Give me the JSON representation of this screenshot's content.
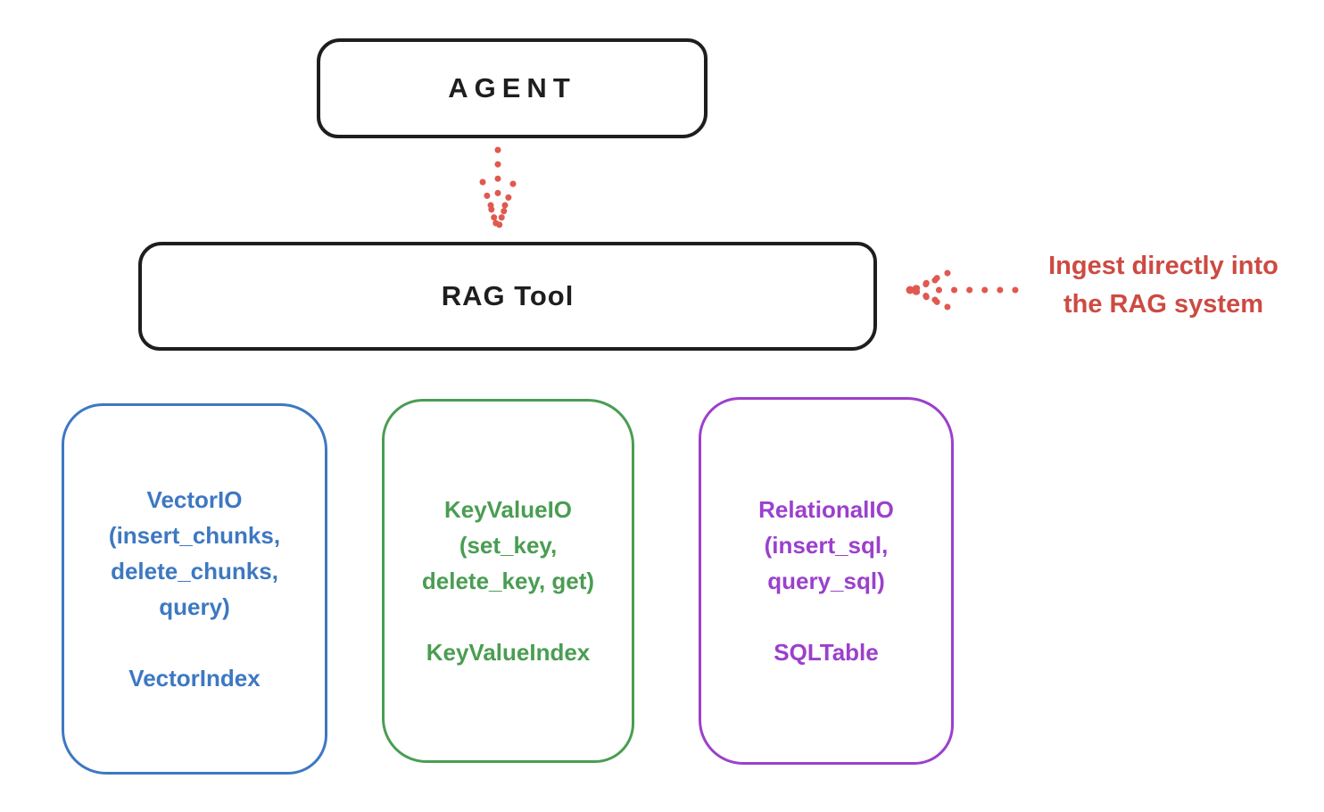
{
  "agent": {
    "label": "AGENT"
  },
  "rag_tool": {
    "label": "RAG Tool"
  },
  "annotation": {
    "line1": "Ingest directly into",
    "line2": "the RAG system",
    "color": "#cd4a42"
  },
  "arrows": {
    "color": "#e0594f",
    "agent_to_rag_direction": "down",
    "ingest_to_rag_direction": "left"
  },
  "stores": [
    {
      "id": "vector-io",
      "color": "#3d78c2",
      "lines": [
        "VectorIO",
        "(insert_chunks,",
        "delete_chunks,",
        "query)"
      ],
      "index_label": "VectorIndex"
    },
    {
      "id": "keyvalue-io",
      "color": "#4a9d52",
      "lines": [
        "KeyValueIO",
        "(set_key,",
        "delete_key, get)"
      ],
      "index_label": "KeyValueIndex"
    },
    {
      "id": "relational-io",
      "color": "#9b40cc",
      "lines": [
        "RelationalIO",
        "(insert_sql,",
        "query_sql)"
      ],
      "index_label": "SQLTable"
    }
  ]
}
